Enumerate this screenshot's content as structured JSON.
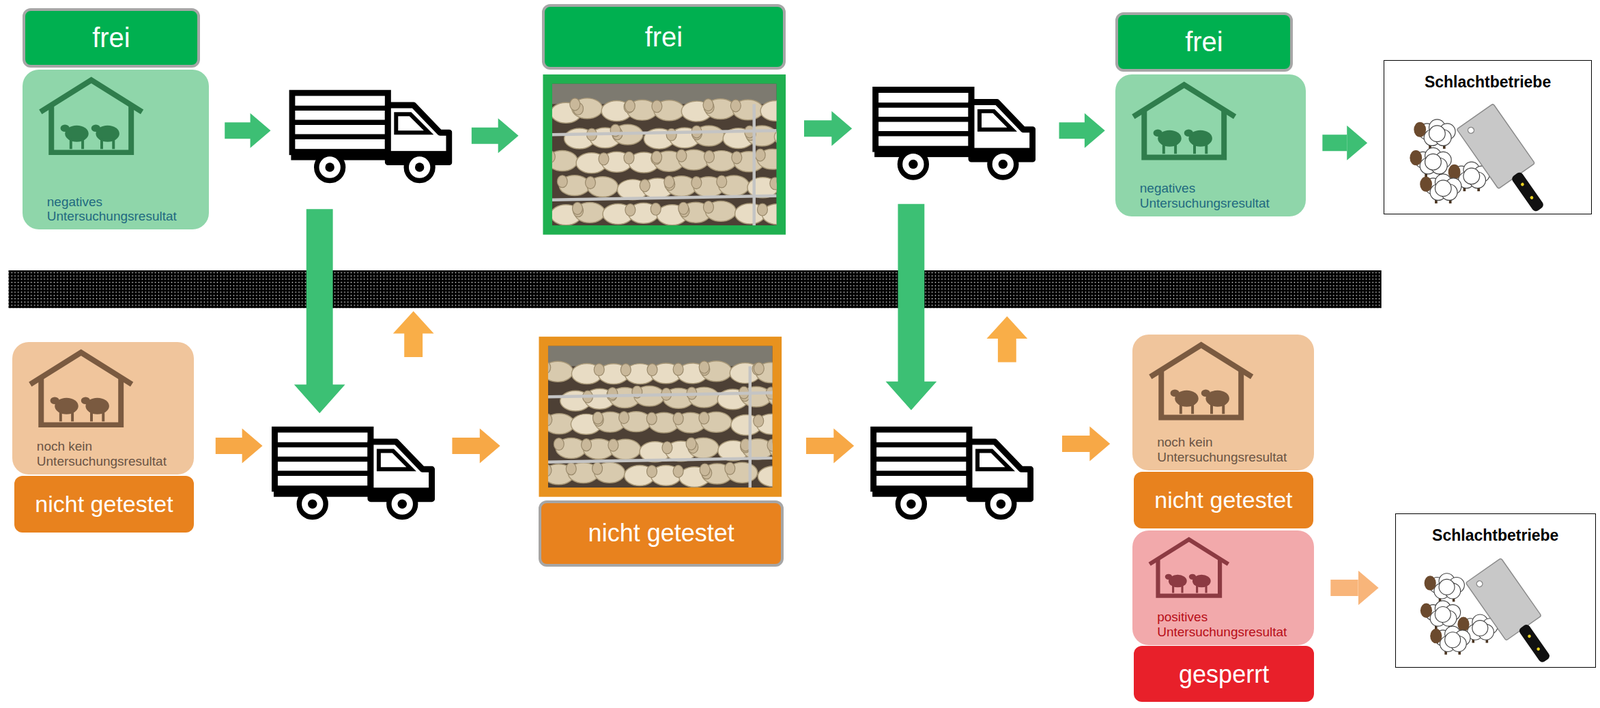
{
  "diagram": {
    "nodes": [
      {
        "text": [
          "frei"
        ]
      },
      {
        "text": [
          "negatives Untersuchungsresultat"
        ]
      },
      {
        "text": [
          "frei"
        ]
      },
      {
        "text": [
          "frei"
        ]
      },
      {
        "text": [
          "negatives Untersuchungsresultat"
        ]
      },
      {
        "text": [
          "Schlachtbetriebe"
        ]
      },
      {
        "text": [
          "noch kein Untersuchungsresultat"
        ]
      },
      {
        "text": [
          "nicht getestet"
        ]
      },
      {
        "text": [
          "nicht getestet"
        ]
      },
      {
        "text": [
          "noch kein Untersuchungsresultat"
        ]
      },
      {
        "text": [
          "nicht getestet"
        ]
      },
      {
        "text": [
          "positives Untersuchungsresultat"
        ]
      },
      {
        "text": [
          "gesperrt"
        ]
      },
      {
        "text": [
          "Schlachtbetriebe"
        ]
      }
    ],
    "edges": [
      {
        "from": 4,
        "to": 5,
        "arrow": "to"
      },
      {
        "from": 11,
        "to": 13,
        "arrow": "to"
      }
    ]
  }
}
